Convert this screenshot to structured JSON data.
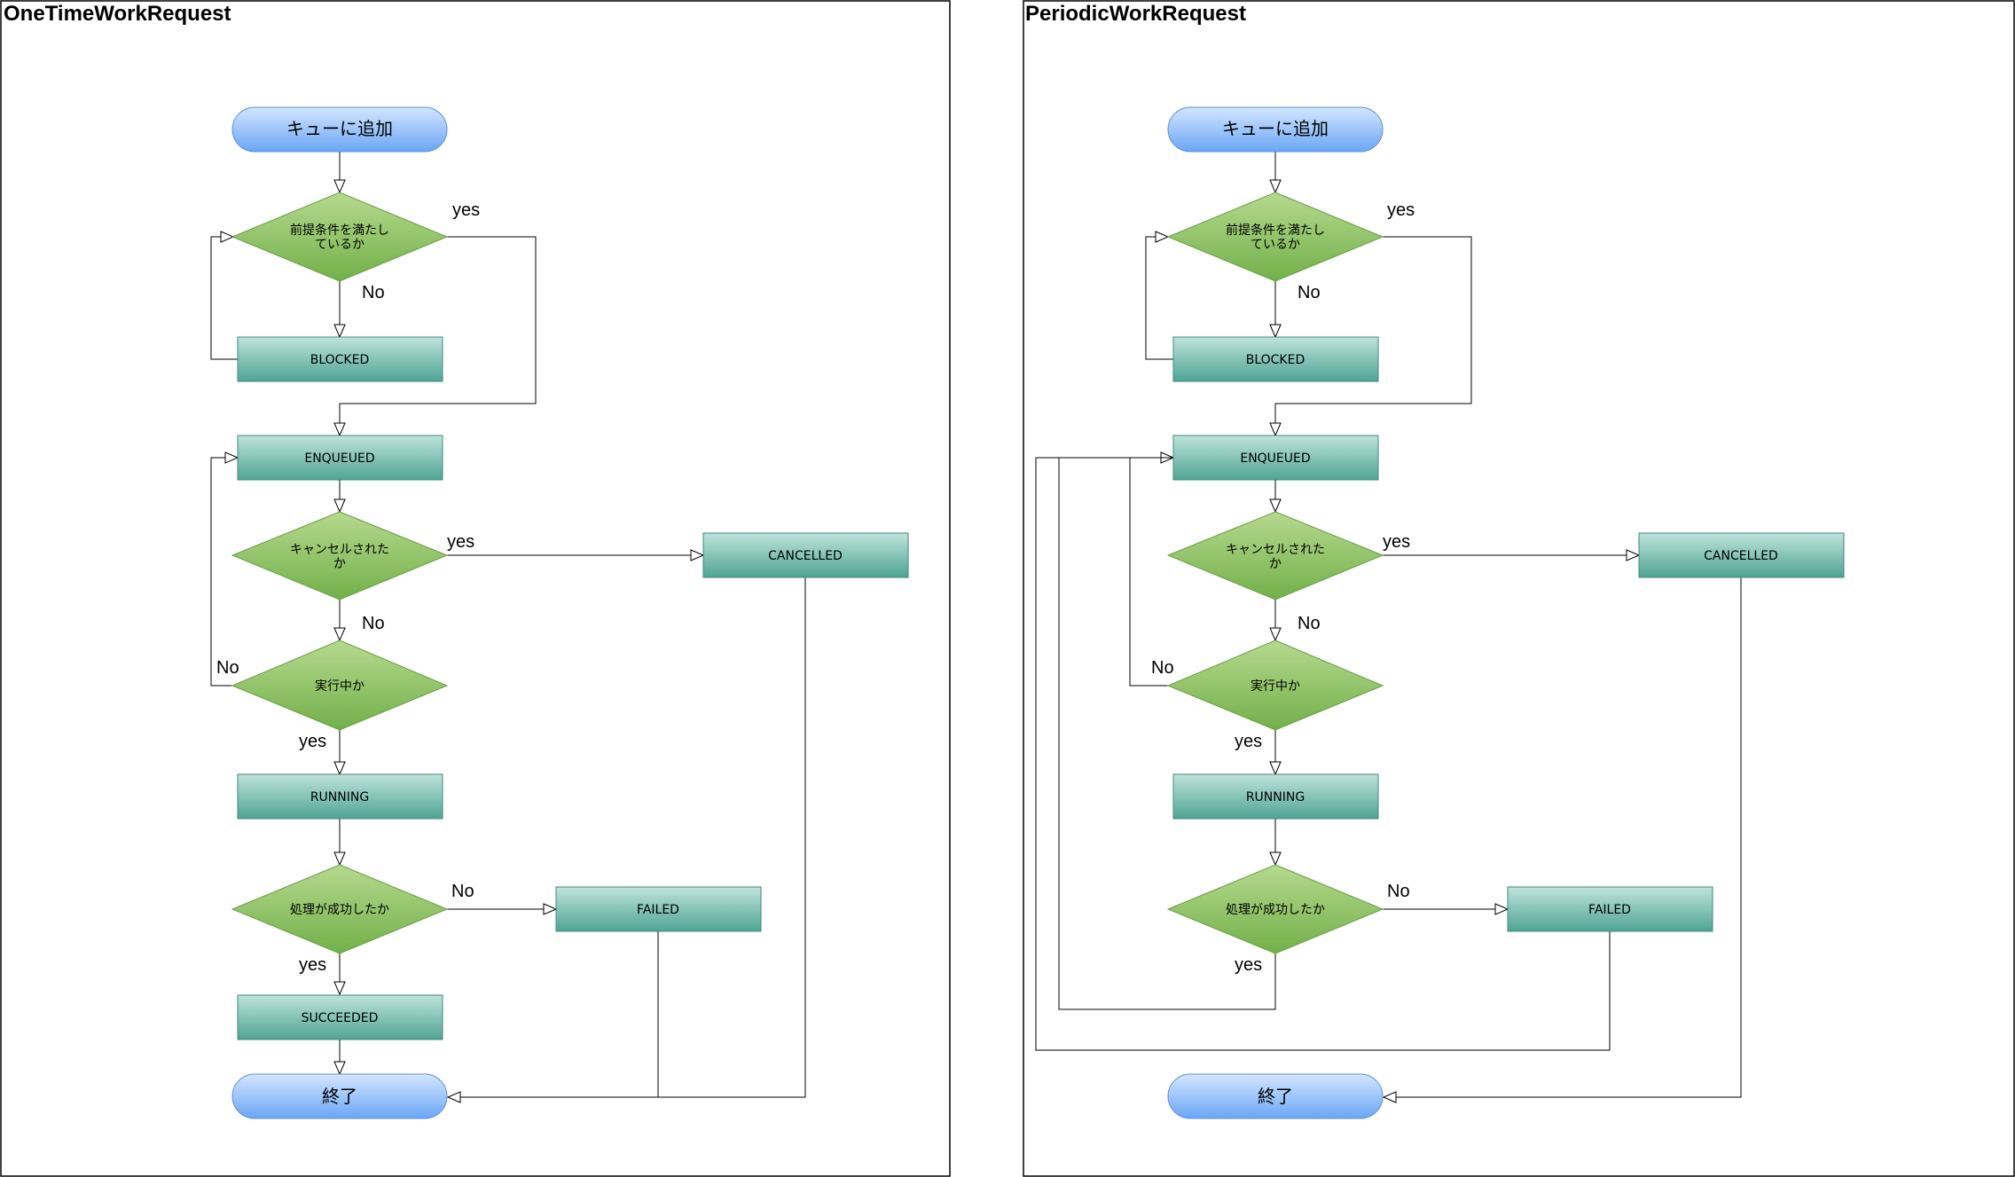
{
  "panels": [
    {
      "id": "left",
      "title": "OneTimeWorkRequest",
      "nodes": {
        "start": "キューに追加",
        "precond": [
          "前提条件を満たし",
          "ているか"
        ],
        "blocked": "BLOCKED",
        "enqueued": "ENQUEUED",
        "cancel_q": [
          "キャンセルされた",
          "か"
        ],
        "cancelled": "CANCELLED",
        "running_q": "実行中か",
        "running": "RUNNING",
        "success_q": "処理が成功したか",
        "failed": "FAILED",
        "succeeded": "SUCCEEDED",
        "end": "終了"
      },
      "edge_labels": {
        "precond_yes": "yes",
        "precond_no": "No",
        "cancel_yes": "yes",
        "cancel_no": "No",
        "running_no": "No",
        "running_yes": "yes",
        "success_no": "No",
        "success_yes": "yes"
      }
    },
    {
      "id": "right",
      "title": "PeriodicWorkRequest",
      "nodes": {
        "start": "キューに追加",
        "precond": [
          "前提条件を満たし",
          "ているか"
        ],
        "blocked": "BLOCKED",
        "enqueued": "ENQUEUED",
        "cancel_q": [
          "キャンセルされた",
          "か"
        ],
        "cancelled": "CANCELLED",
        "running_q": "実行中か",
        "running": "RUNNING",
        "success_q": "処理が成功したか",
        "failed": "FAILED",
        "end": "終了"
      },
      "edge_labels": {
        "precond_yes": "yes",
        "precond_no": "No",
        "cancel_yes": "yes",
        "cancel_no": "No",
        "running_no": "No",
        "running_yes": "yes",
        "success_no": "No",
        "success_yes": "yes"
      }
    }
  ],
  "colors": {
    "terminal_top": "#d4e6ff",
    "terminal_bottom": "#6aa6f5",
    "decision_top": "#b6d98e",
    "decision_bottom": "#72b04a",
    "state_top": "#bfe3dc",
    "state_bottom": "#4fa494"
  }
}
